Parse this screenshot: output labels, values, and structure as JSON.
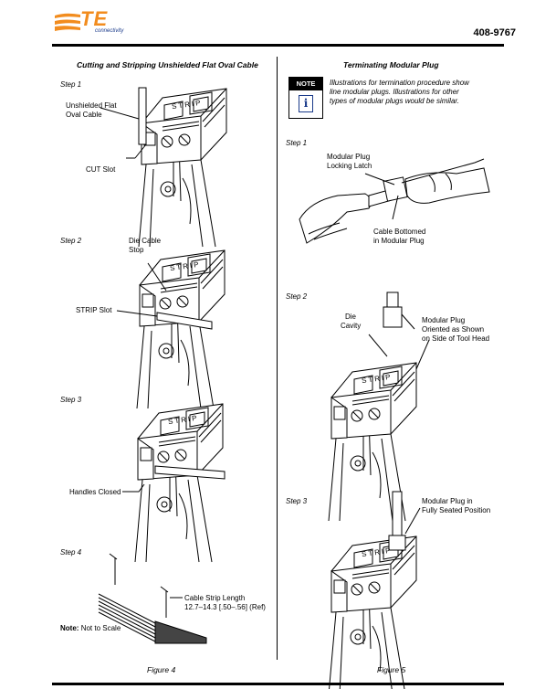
{
  "header": {
    "logo_text": "TE",
    "logo_sub": "connectivity",
    "doc_number": "408-9767"
  },
  "left": {
    "heading": "Cutting and Stripping Unshielded Flat Oval Cable",
    "step1": "Step 1",
    "step1_label_a": "Unshielded Flat",
    "step1_label_b": "Oval Cable",
    "step1_cut": "CUT Slot",
    "step2": "Step 2",
    "step2_stop_a": "Die Cable",
    "step2_stop_b": "Stop",
    "step2_strip": "STRIP Slot",
    "step3": "Step 3",
    "step3_handles": "Handles Closed",
    "step4": "Step 4",
    "step4_len_a": "Cable Strip Length",
    "step4_len_b": "12.7–14.3 [.50–.56] (Ref)",
    "note_label": "Note:",
    "note_text": "Not to Scale",
    "figure": "Figure 4"
  },
  "right": {
    "heading": "Terminating Modular Plug",
    "note_head": "NOTE",
    "note_icon": "i",
    "note_l1": "Illustrations for termination procedure show",
    "note_l2": "line modular plugs. Illustrations for other",
    "note_l3": "types of modular plugs would be similar.",
    "step1": "Step 1",
    "latch_a": "Modular Plug",
    "latch_b": "Locking Latch",
    "bottomed_a": "Cable Bottomed",
    "bottomed_b": "in Modular Plug",
    "step2": "Step 2",
    "cavity_a": "Die",
    "cavity_b": "Cavity",
    "orient_a": "Modular Plug",
    "orient_b": "Oriented as Shown",
    "orient_c": "on Side of Tool Head",
    "step3": "Step 3",
    "seated_a": "Modular Plug in",
    "seated_b": "Fully Seated Position",
    "figure": "Figure 5"
  },
  "tool_text": "STRIP"
}
